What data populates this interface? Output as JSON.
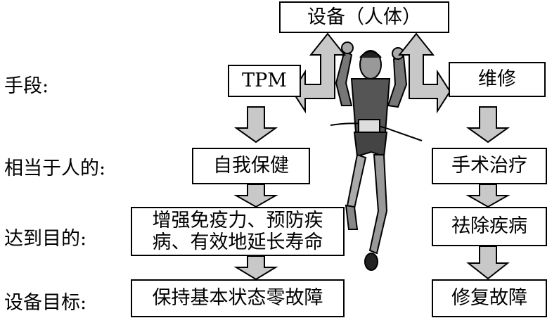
{
  "top_box": "设备（人体）",
  "left_column": {
    "header": "TPM",
    "analogy": "自我保健",
    "purpose_lines": [
      "增强免疫力、预防疾",
      "病、有效地延长寿命"
    ],
    "goal": "保持基本状态零故障"
  },
  "right_column": {
    "header": "维修",
    "analogy": "手术治疗",
    "purpose": "祛除疾病",
    "goal": "修复故障"
  },
  "row_labels": {
    "means": "手段:",
    "analogy": "相当于人的:",
    "purpose": "达到目的:",
    "goal": "设备目标:"
  },
  "arrow_fill": "#c8c8c8"
}
